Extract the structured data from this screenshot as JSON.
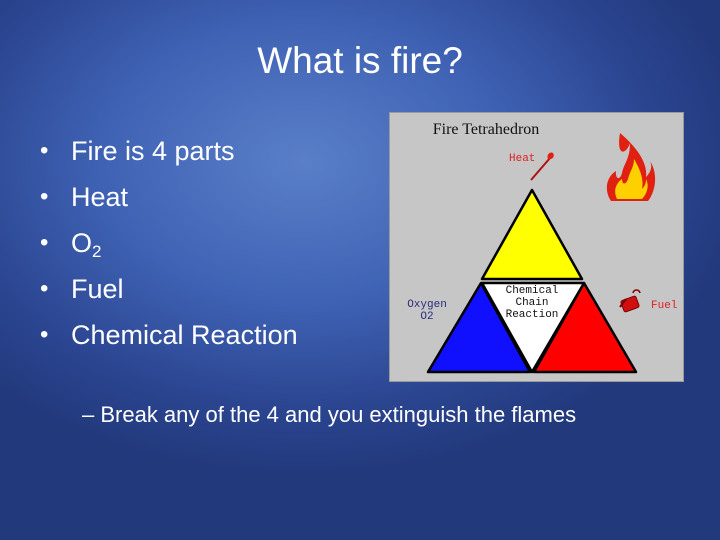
{
  "slide": {
    "title": "What is fire?",
    "bullets": {
      "b1": "Fire is 4 parts",
      "b2": "Heat",
      "b3_main": "O",
      "b3_sub": "2",
      "b4": "Fuel",
      "b5": "Chemical Reaction"
    },
    "sub_bullet": "– Break any of the 4 and you extinguish the flames"
  },
  "figure": {
    "title": "Fire Tetrahedron",
    "labels": {
      "heat": "Heat",
      "oxygen_line1": "Oxygen",
      "oxygen_line2": "O2",
      "chain_line1": "Chemical",
      "chain_line2": "Chain",
      "chain_line3": "Reaction",
      "fuel": "Fuel"
    },
    "colors": {
      "heat": "#ffff00",
      "oxygen": "#1010ff",
      "fuel": "#ff0000",
      "chain": "#ffffff",
      "flame_outer": "#e02010",
      "flame_inner": "#ffd000"
    },
    "icons": [
      "match-icon",
      "flame-icon",
      "gas-can-icon"
    ]
  }
}
